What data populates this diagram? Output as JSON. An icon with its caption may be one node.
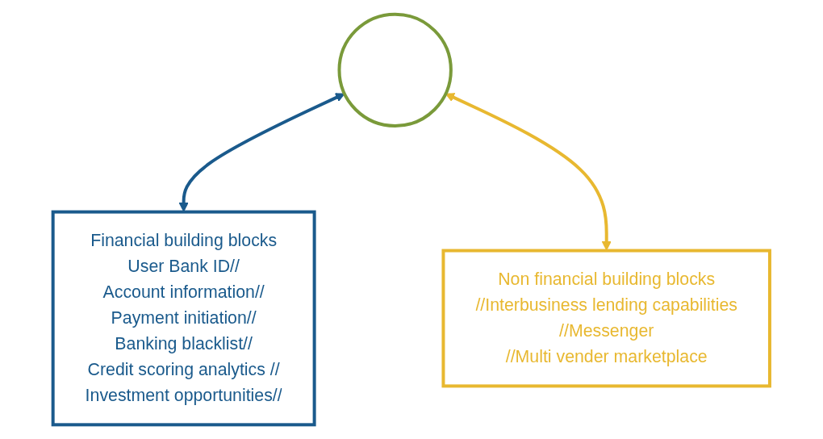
{
  "diagram": {
    "nodes": [
      {
        "text": [],
        "shape": "circle"
      },
      {
        "text": [
          "Financial building blocks",
          "User Bank ID//",
          "Account information//",
          "Payment initiation//",
          "Banking blacklist//",
          "Credit scoring analytics //",
          "Investment opportunities//"
        ]
      },
      {
        "text": [
          "Non financial building blocks",
          "//Interbusiness lending capabilities",
          "//Messenger",
          "//Multi vender marketplace"
        ]
      }
    ],
    "edges": [
      {
        "from": 1,
        "to": 0,
        "arrow": "both",
        "color": "#1a5a8c"
      },
      {
        "from": 2,
        "to": 0,
        "arrow": "both",
        "color": "#e8b830"
      }
    ]
  }
}
